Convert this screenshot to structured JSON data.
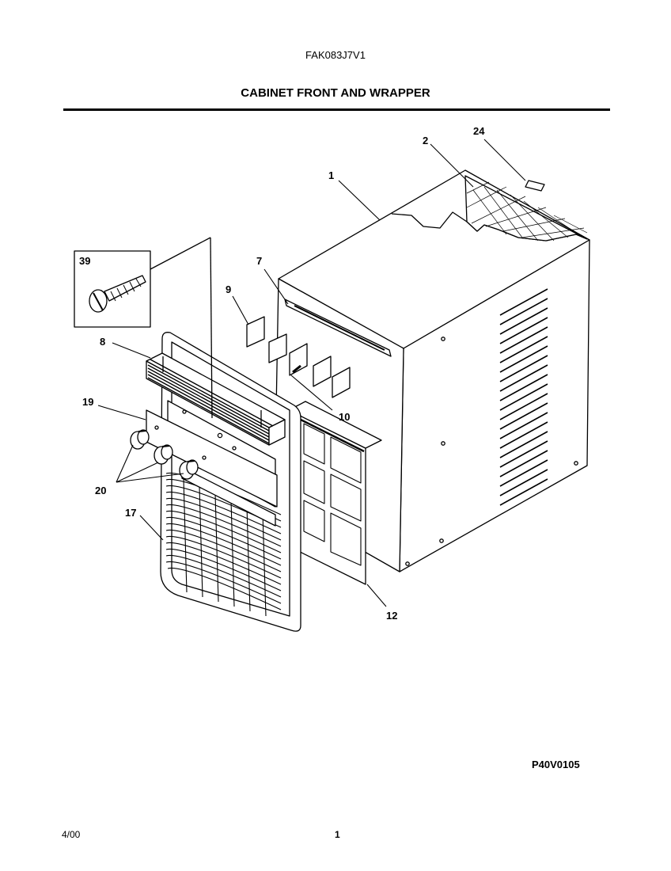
{
  "header": {
    "model": "FAK083J7V1",
    "title": "CABINET FRONT AND WRAPPER"
  },
  "callouts": [
    "1",
    "2",
    "24",
    "39",
    "7",
    "9",
    "8",
    "19",
    "20",
    "17",
    "10",
    "12"
  ],
  "footer": {
    "code": "P40V0105",
    "date": "4/00",
    "page": "1"
  }
}
